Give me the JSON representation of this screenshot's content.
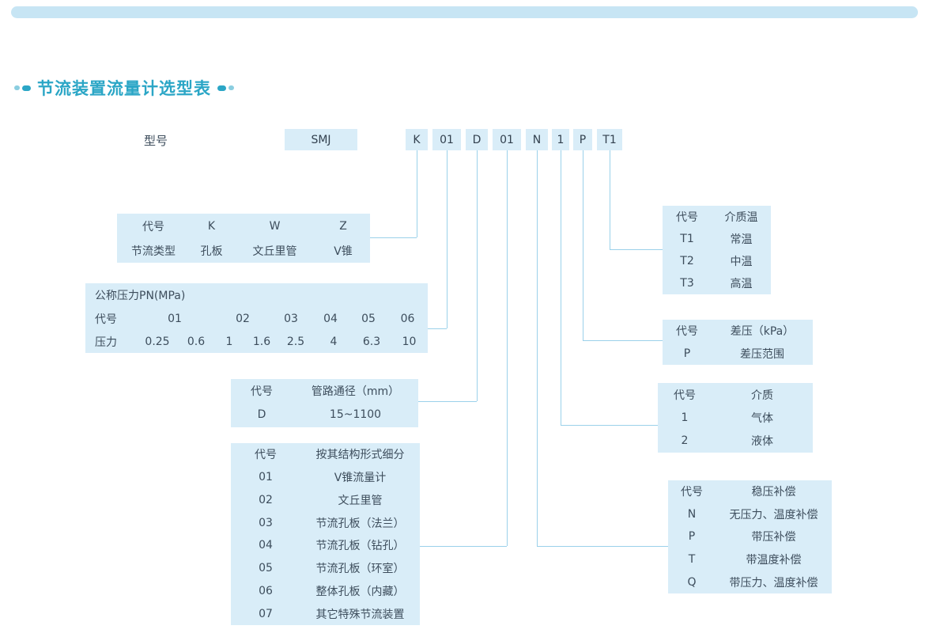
{
  "title": {
    "text": "节流装置流量计选型表"
  },
  "model": {
    "label": "型号",
    "base": "SMJ",
    "codes": [
      "K",
      "01",
      "D",
      "01",
      "N",
      "1",
      "P",
      "T1"
    ]
  },
  "left_tables": {
    "throttle": {
      "rows": [
        [
          "代号",
          "K",
          "W",
          "Z"
        ],
        [
          "节流类型",
          "孔板",
          "文丘里管",
          "V锥"
        ]
      ]
    },
    "pressure": {
      "title": "公称压力PN(MPa)",
      "code_row": [
        "代号",
        "01",
        "02",
        "03",
        "04",
        "05",
        "06"
      ],
      "value_row": [
        "压力",
        "0.25",
        "0.6",
        "1",
        "1.6",
        "2.5",
        "4",
        "6.3",
        "10"
      ]
    },
    "diameter": {
      "rows": [
        [
          "代号",
          "管路通径（mm）"
        ],
        [
          "D",
          "15~1100"
        ]
      ]
    },
    "structure": {
      "rows": [
        [
          "代号",
          "按其结构形式细分"
        ],
        [
          "01",
          "V锥流量计"
        ],
        [
          "02",
          "文丘里管"
        ],
        [
          "03",
          "节流孔板（法兰）"
        ],
        [
          "04",
          "节流孔板（钻孔）"
        ],
        [
          "05",
          "节流孔板（环室）"
        ],
        [
          "06",
          "整体孔板（内藏）"
        ],
        [
          "07",
          "其它特殊节流装置"
        ]
      ]
    }
  },
  "right_tables": {
    "temperature": {
      "rows": [
        [
          "代号",
          "介质温"
        ],
        [
          "T1",
          "常温"
        ],
        [
          "T2",
          "中温"
        ],
        [
          "T3",
          "高温"
        ]
      ]
    },
    "diff_pressure": {
      "rows": [
        [
          "代号",
          "差压（kPa）"
        ],
        [
          "P",
          "差压范围"
        ]
      ]
    },
    "medium": {
      "rows": [
        [
          "代号",
          "介质"
        ],
        [
          "1",
          "气体"
        ],
        [
          "2",
          "液体"
        ]
      ]
    },
    "compensation": {
      "rows": [
        [
          "代号",
          "稳压补偿"
        ],
        [
          "N",
          "无压力、温度补偿"
        ],
        [
          "P",
          "带压补偿"
        ],
        [
          "T",
          "带温度补偿"
        ],
        [
          "Q",
          "带压力、温度补偿"
        ]
      ]
    }
  },
  "colors": {
    "accent": "#2ba6c6",
    "panel_bg": "#d9edf8",
    "connector": "#9bd1ea",
    "text": "#3d4d5c"
  }
}
